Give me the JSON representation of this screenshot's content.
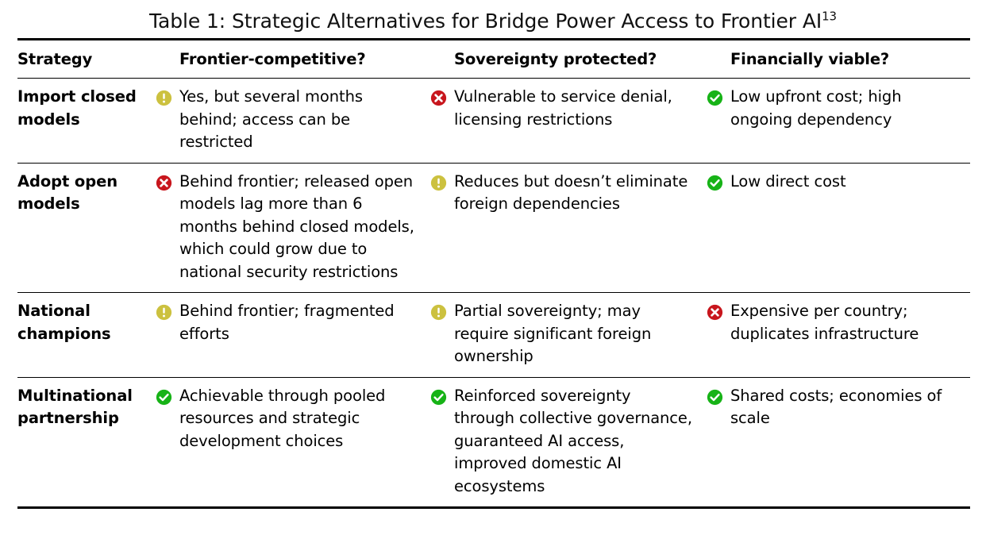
{
  "caption": {
    "text": "Table 1: Strategic Alternatives for Bridge Power Access to Frontier AI",
    "footnote_marker": "13"
  },
  "colors": {
    "warning": "#ccc13f",
    "negative": "#c8161d",
    "positive": "#17b317",
    "rule": "#000000",
    "text": "#111111",
    "background": "#ffffff"
  },
  "icon_legend": {
    "warning": "warning-exclamation-icon",
    "negative": "cross-circle-icon",
    "positive": "check-circle-icon"
  },
  "table": {
    "headers": [
      "Strategy",
      "Frontier-competitive?",
      "Sovereignty protected?",
      "Financially viable?"
    ],
    "rows": [
      {
        "strategy": "Import closed models",
        "frontier": {
          "status": "warning",
          "text": "Yes, but several months behind; access can be restricted"
        },
        "sovereignty": {
          "status": "negative",
          "text": "Vulnerable to service denial, licensing restrictions"
        },
        "financial": {
          "status": "positive",
          "text": "Low upfront cost; high ongoing dependency"
        }
      },
      {
        "strategy": "Adopt open models",
        "frontier": {
          "status": "negative",
          "text": "Behind frontier; released open models lag more than 6 months behind closed models, which could grow due to national security restrictions"
        },
        "sovereignty": {
          "status": "warning",
          "text": "Reduces but doesn’t eliminate foreign dependencies"
        },
        "financial": {
          "status": "positive",
          "text": "Low direct cost"
        }
      },
      {
        "strategy": "National champions",
        "frontier": {
          "status": "warning",
          "text": "Behind frontier; fragmented efforts"
        },
        "sovereignty": {
          "status": "warning",
          "text": "Partial sovereignty; may require significant foreign ownership"
        },
        "financial": {
          "status": "negative",
          "text": "Expensive per country; duplicates infrastructure"
        }
      },
      {
        "strategy": "Multinational partnership",
        "frontier": {
          "status": "positive",
          "text": "Achievable through pooled resources and strategic development choices"
        },
        "sovereignty": {
          "status": "positive",
          "text": "Reinforced sovereignty through collective governance, guaranteed AI access, improved domestic AI ecosystems"
        },
        "financial": {
          "status": "positive",
          "text": "Shared costs; economies of scale"
        }
      }
    ]
  }
}
